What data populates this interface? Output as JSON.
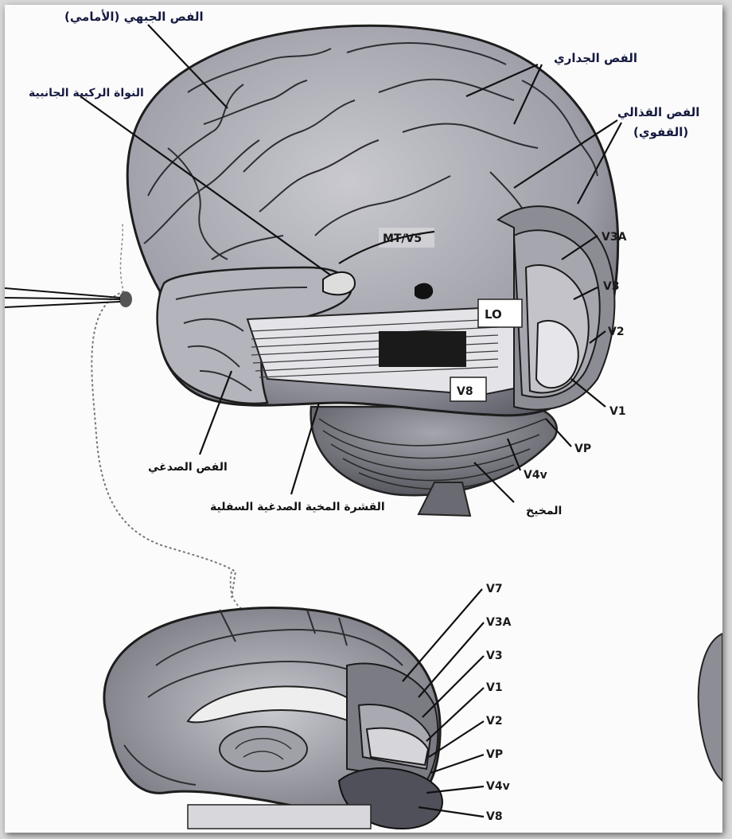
{
  "labels_ar": {
    "frontal_lobe": "الفص الجبهي (الأمامي)",
    "lgn": "النواة الركبية الجانبية",
    "parietal_lobe": "الفص الجداري",
    "occipital_lobe_1": "الفص القذالي",
    "occipital_lobe_2": "(القفوي)",
    "temporal_lobe": "الفص الصدغي",
    "inferior_temporal": "القشرة المخية الصدغية السفلية",
    "cerebellum": "المخيخ"
  },
  "labels_lateral": {
    "mt": "MT/V5",
    "lo": "LO",
    "v8": "V8",
    "v3a": "V3A",
    "v3": "V3",
    "v2": "V2",
    "v1": "V1",
    "vp": "VP",
    "v4v": "V4v"
  },
  "labels_medial": {
    "v7": "V7",
    "v3a": "V3A",
    "v3": "V3",
    "v1": "V1",
    "v2": "V2",
    "vp": "VP",
    "v4v": "V4v",
    "v8": "V8"
  }
}
